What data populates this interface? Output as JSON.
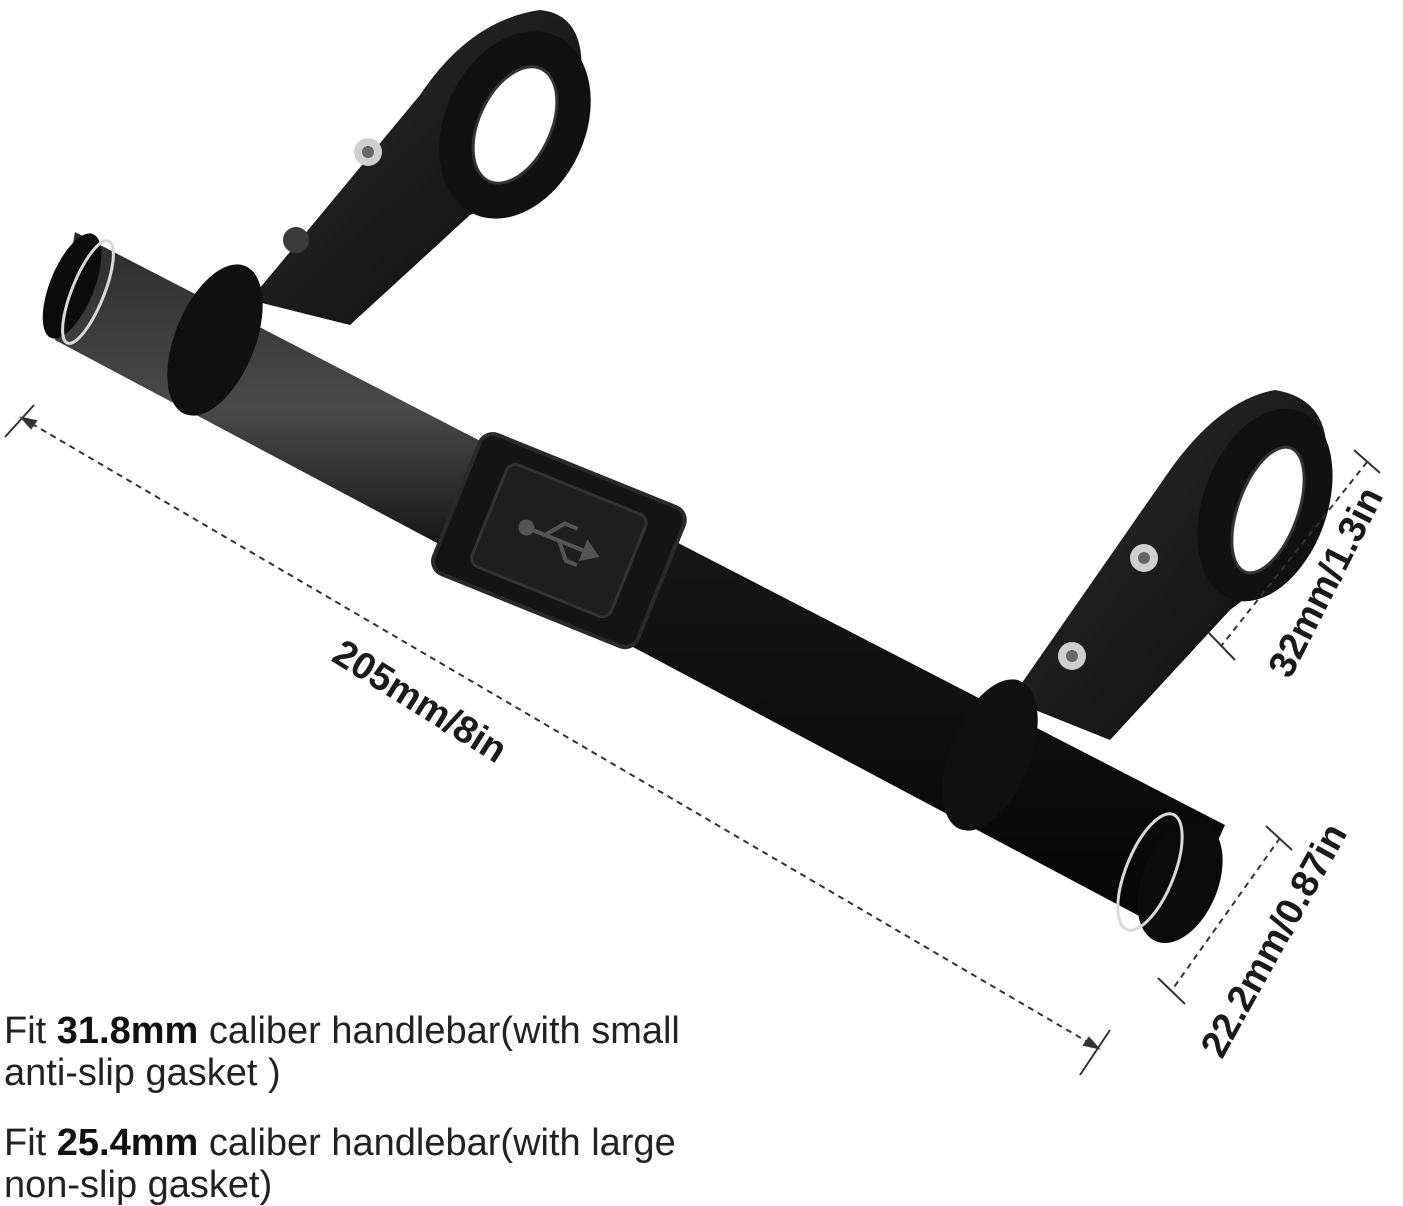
{
  "dimensions": {
    "length": "205mm/8in",
    "clamp_diameter": "32mm/1.3in",
    "tube_diameter": "22.2mm/0.87in"
  },
  "fit_notes": [
    {
      "prefix": "Fit ",
      "size": "31.8mm",
      "suffix": " caliber handlebar(with small",
      "line2": "anti-slip gasket )"
    },
    {
      "prefix": "Fit ",
      "size": "25.4mm",
      "suffix": " caliber handlebar(with large",
      "line2": "non-slip gasket)"
    }
  ],
  "colors": {
    "product": "#0d0d0d",
    "highlight": "#3a3a3a",
    "ring": "#d9d9d9",
    "dimension_line": "#333333"
  },
  "icons": [
    "usb-icon",
    "hex-bolt-icon"
  ]
}
